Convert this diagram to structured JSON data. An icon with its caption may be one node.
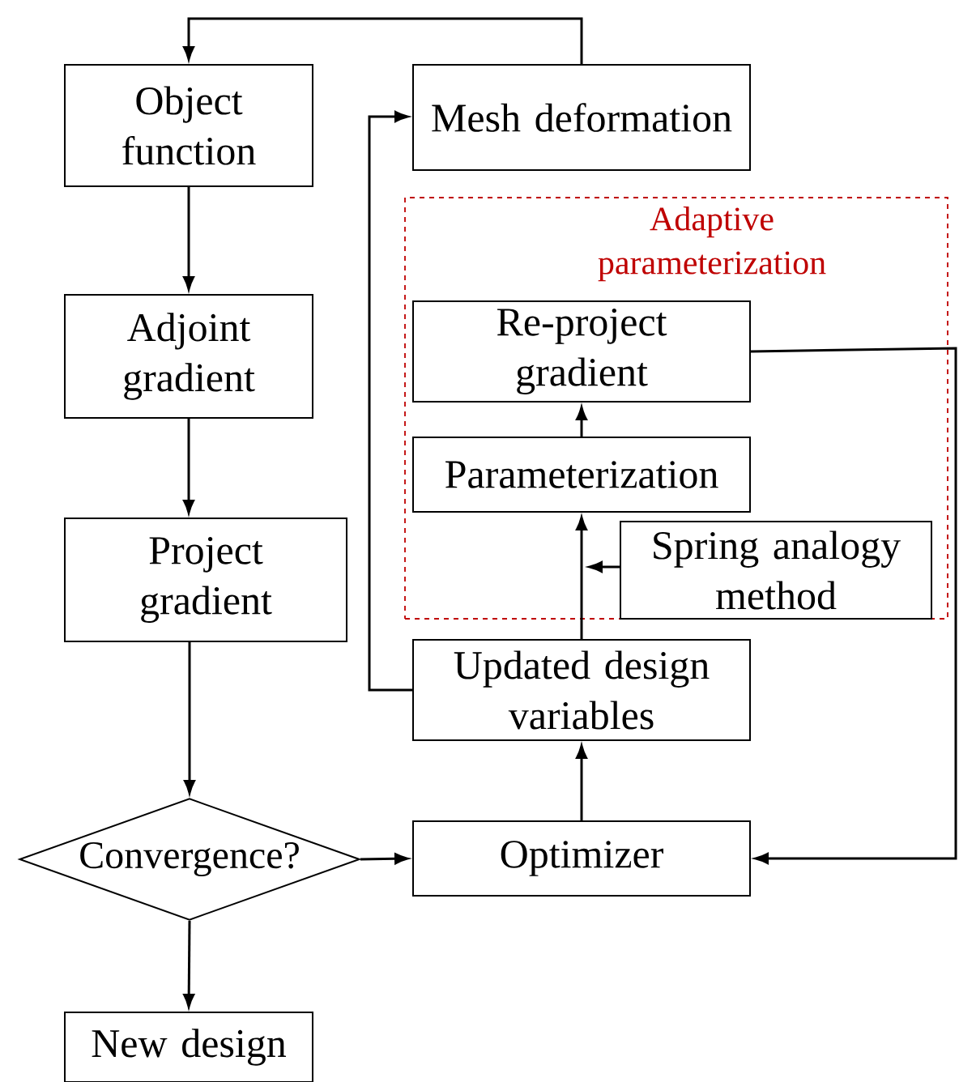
{
  "diagram": {
    "nodes": [
      {
        "text": [
          "Object function"
        ]
      },
      {
        "text": [
          "Adjoint gradient"
        ]
      },
      {
        "text": [
          "Project gradient"
        ]
      },
      {
        "text": [
          "Convergence?"
        ]
      },
      {
        "text": [
          "New design"
        ]
      },
      {
        "text": [
          "Mesh deformation"
        ]
      },
      {
        "text": [
          "Adaptive parameterization"
        ]
      },
      {
        "text": [
          "Re-project gradient"
        ],
        "in": 6
      },
      {
        "text": [
          "Parameterization"
        ],
        "in": 6
      },
      {
        "text": [
          "Spring analogy method"
        ],
        "in": 6
      },
      {
        "text": [
          "Updated design variables"
        ]
      },
      {
        "text": [
          "Optimizer"
        ]
      }
    ],
    "edges": [
      {
        "from": 5,
        "to": 0,
        "arrow": "to"
      },
      {
        "from": 0,
        "to": 1,
        "arrow": "to"
      },
      {
        "from": 1,
        "to": 2,
        "arrow": "to"
      },
      {
        "from": 2,
        "to": 3,
        "arrow": "to"
      },
      {
        "from": 3,
        "to": 4,
        "arrow": "to"
      },
      {
        "from": 3,
        "to": 11,
        "arrow": "to"
      },
      {
        "from": 11,
        "to": 10,
        "arrow": "to"
      },
      {
        "from": 10,
        "to": 8,
        "arrow": "to"
      },
      {
        "from": 9,
        "to": null,
        "arrow": "to"
      },
      {
        "from": 8,
        "to": 7,
        "arrow": "to"
      },
      {
        "from": 7,
        "to": 11,
        "arrow": "to"
      },
      {
        "from": 10,
        "to": 5,
        "arrow": "to"
      }
    ]
  }
}
